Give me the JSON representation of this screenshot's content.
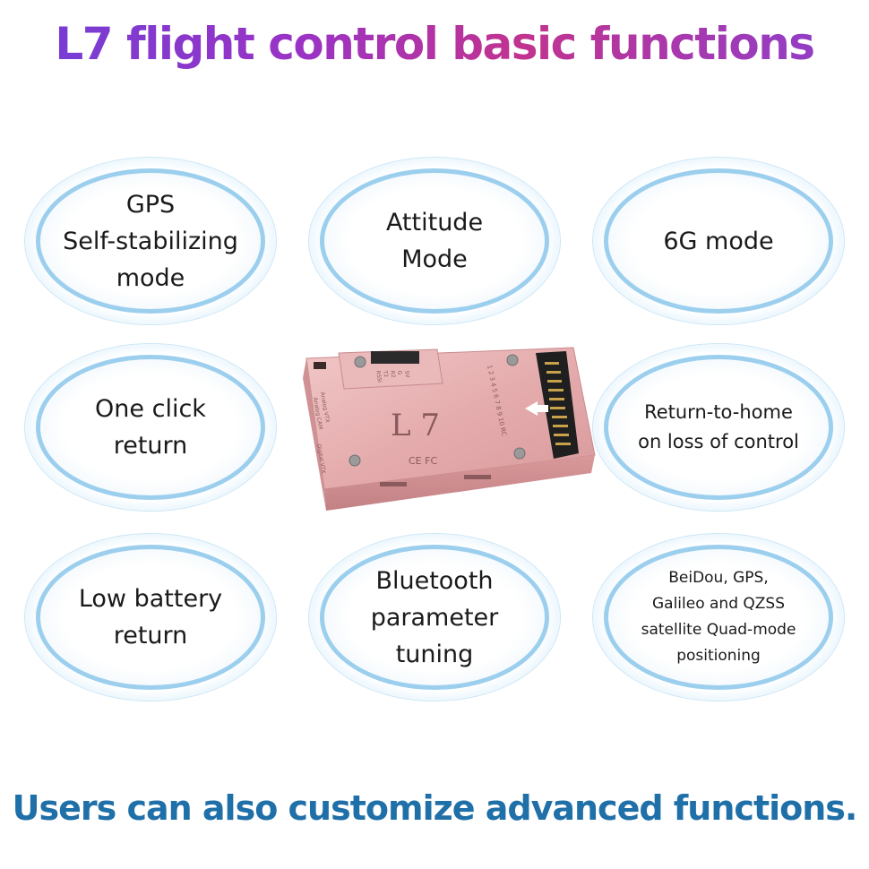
{
  "title": "L7 flight control basic functions",
  "features": [
    {
      "id": "gps-mode",
      "label": "GPS\nSelf-stabilizing\nmode"
    },
    {
      "id": "attitude-mode",
      "label": "Attitude\nMode"
    },
    {
      "id": "6g-mode",
      "label": "6G mode"
    },
    {
      "id": "one-click-return",
      "label": "One click\nreturn"
    },
    {
      "id": "return-to-home",
      "label": "Return-to-home\non loss of control"
    },
    {
      "id": "low-battery-return",
      "label": "Low battery\nreturn"
    },
    {
      "id": "bluetooth-tuning",
      "label": "Bluetooth\nparameter\ntuning"
    },
    {
      "id": "quad-mode",
      "label": "BeiDou, GPS,\nGalileo and QZSS\nsatellite Quad-mode\npositioning"
    }
  ],
  "device": {
    "model": "L 7",
    "marks": "CE  FC",
    "port_labels": "1 2 3 4 5 6 7 8 9 10 RC",
    "side_labels": [
      "Analog VTX",
      "Analog CAM",
      "Digital VTX"
    ],
    "connector_labels": [
      "5V",
      "G",
      "R2",
      "T2",
      "RSSI"
    ],
    "body_color": "#e7b3b4"
  },
  "footer": "Users can also customize advanced functions.",
  "colors": {
    "bubble_ring": "#9ccfee",
    "footer_text": "#1f6fa8"
  }
}
